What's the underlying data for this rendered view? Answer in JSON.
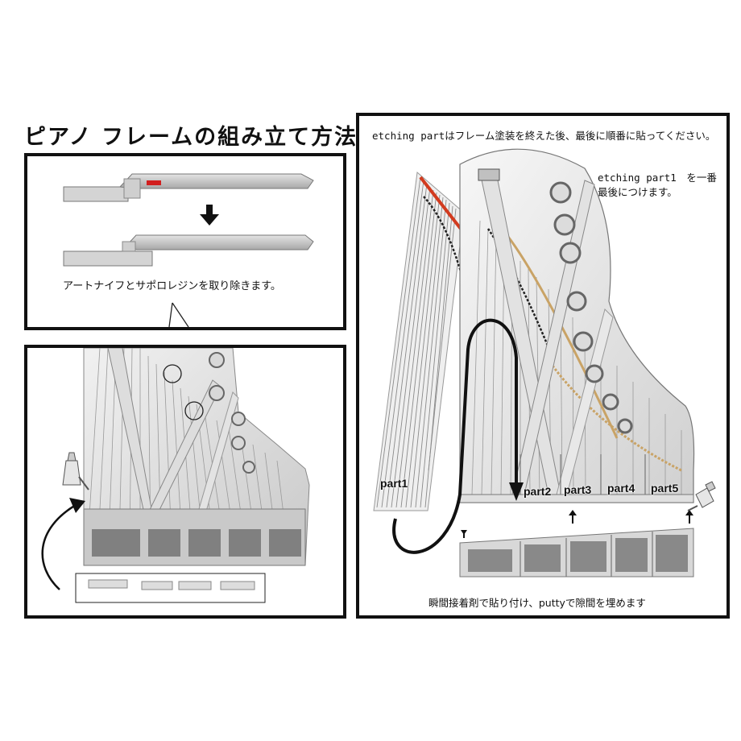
{
  "title": "ピアノ フレームの組み立て方法",
  "step1": {
    "caption": "アートナイフとサポロレジンを取り除きます。"
  },
  "etching": {
    "note": "etching partはフレーム塗装を終えた後、最後に順番に貼ってください。",
    "part1_note": "etching part1　を一番\n最後につけます。",
    "parts": [
      "part1",
      "part2",
      "part3",
      "part4",
      "part5"
    ],
    "glue_caption": "瞬間接着剤で貼り付け、puttyで隙間を埋めます"
  }
}
